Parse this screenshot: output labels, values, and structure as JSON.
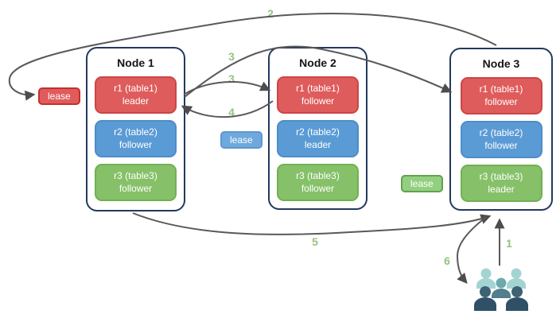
{
  "nodes": [
    {
      "title": "Node 1",
      "replicas": [
        {
          "name": "r1 (table1)",
          "role": "leader",
          "color": "red"
        },
        {
          "name": "r2 (table2)",
          "role": "follower",
          "color": "blue"
        },
        {
          "name": "r3 (table3)",
          "role": "follower",
          "color": "green"
        }
      ]
    },
    {
      "title": "Node 2",
      "replicas": [
        {
          "name": "r1 (table1)",
          "role": "follower",
          "color": "red"
        },
        {
          "name": "r2 (table2)",
          "role": "leader",
          "color": "blue"
        },
        {
          "name": "r3 (table3)",
          "role": "follower",
          "color": "green"
        }
      ]
    },
    {
      "title": "Node 3",
      "replicas": [
        {
          "name": "r1 (table1)",
          "role": "follower",
          "color": "red"
        },
        {
          "name": "r2 (table2)",
          "role": "follower",
          "color": "blue"
        },
        {
          "name": "r3 (table3)",
          "role": "leader",
          "color": "green"
        }
      ]
    }
  ],
  "leases": [
    {
      "label": "lease",
      "color": "red"
    },
    {
      "label": "lease",
      "color": "blue"
    },
    {
      "label": "lease",
      "color": "green"
    }
  ],
  "arrow_labels": {
    "a1": "1",
    "a2": "2",
    "a3_top": "3",
    "a3_mid": "3",
    "a4": "4",
    "a5": "5",
    "a6": "6"
  },
  "icons": {
    "users": "users-group-icon"
  },
  "palette": {
    "replica_red": "#df5c5c",
    "replica_red_border": "#cb4646",
    "replica_blue": "#5b9bd5",
    "replica_blue_border": "#4c8dc9",
    "replica_green": "#86c169",
    "replica_green_border": "#72b053",
    "lease_red": "#e05c5c",
    "lease_blue": "#6fa8dc",
    "lease_green": "#92d080",
    "node_border": "#23395d",
    "arrow_gray": "#595959",
    "label_green": "#93c47d",
    "users_light": "#a3d4d1",
    "users_mid": "#6ba9ad",
    "users_mid_dark": "#527f8e",
    "users_dark": "#2f5066"
  }
}
